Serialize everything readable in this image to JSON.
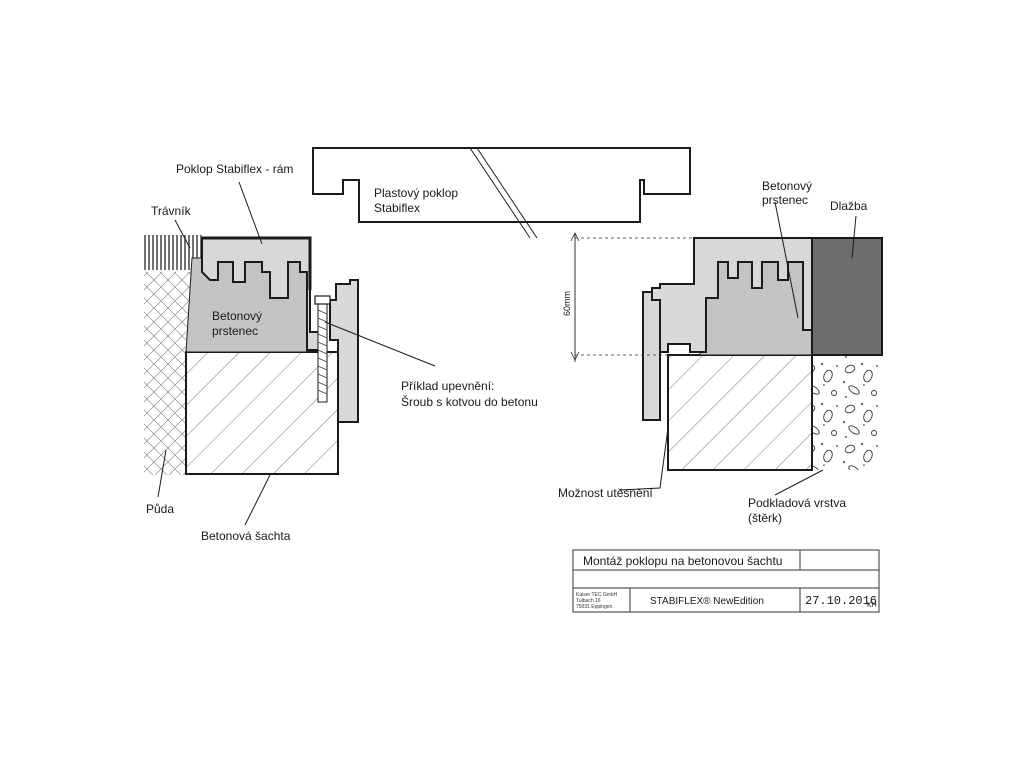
{
  "labels": {
    "frame": "Poklop Stabiflex - rám",
    "lawn": "Trávník",
    "plastic_cover_l1": "Plastový poklop",
    "plastic_cover_l2": "Stabiflex",
    "ring_left_l1": "Betonový",
    "ring_left_l2": "prstenec",
    "fixing_l1": "Příklad upevnění:",
    "fixing_l2": "Šroub s kotvou do betonu",
    "soil": "Půda",
    "shaft": "Betonová šachta",
    "ring_right_l1": "Betonový",
    "ring_right_l2": "prstenec",
    "paving": "Dlažba",
    "dimension": "60mm",
    "sealing": "Možnost utěsnění",
    "base_l1": "Podkladová vrstva",
    "base_l2": "(štěrk)"
  },
  "title_block": {
    "title": "Montáž poklopu na betonovou šachtu",
    "company_l1": "Kaiser TEC GmbH",
    "company_l2": "Tulbach  16",
    "company_l3": "75031 Eppingen",
    "product": "STABIFLEX®  NewEdition",
    "date": "27.10.2016",
    "initials": "KH"
  },
  "colors": {
    "ring_fill": "#c4c4c4",
    "frame_fill": "#d8d8d8",
    "paving_fill": "#6e6e6e",
    "line": "#1a1a1a"
  }
}
